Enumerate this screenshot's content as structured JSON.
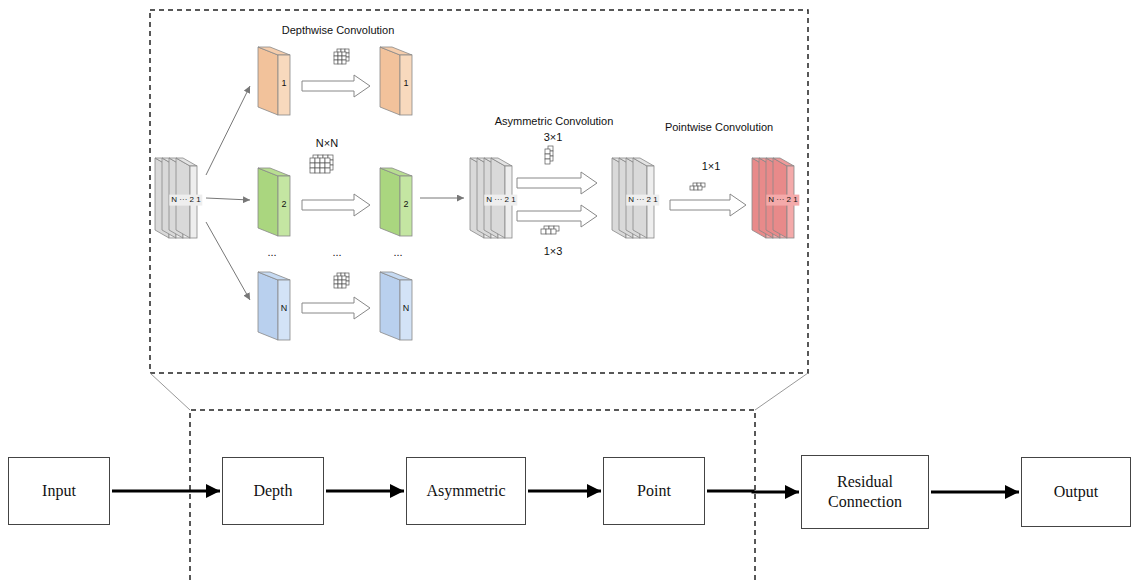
{
  "diagram": {
    "nodes": [
      {
        "text": [
          "Input"
        ]
      },
      {
        "text": [
          "Depth"
        ]
      },
      {
        "text": [
          "Asymmetric"
        ]
      },
      {
        "text": [
          "Point"
        ]
      },
      {
        "text": [
          "Residual Connection"
        ]
      },
      {
        "text": [
          "Output"
        ]
      }
    ],
    "edges": [
      {
        "from": 0,
        "to": 1,
        "arrow": "to"
      },
      {
        "from": 1,
        "to": 2,
        "arrow": "to"
      },
      {
        "from": 2,
        "to": 3,
        "arrow": "to"
      },
      {
        "from": 3,
        "to": 4,
        "arrow": "to"
      },
      {
        "from": 4,
        "to": 5,
        "arrow": "to"
      }
    ],
    "labels": [
      "Depthwise Convolution",
      "N ··· 2 1",
      "1",
      "1",
      "N×N",
      "2",
      "2",
      "...",
      "...",
      "...",
      "N",
      "N",
      "Asymmetric Convolution",
      "3×1",
      "1×3",
      "N ··· 2 1",
      "N ··· 2 1",
      "Pointwise Convolution",
      "1×1",
      "N ··· 2 1"
    ]
  }
}
